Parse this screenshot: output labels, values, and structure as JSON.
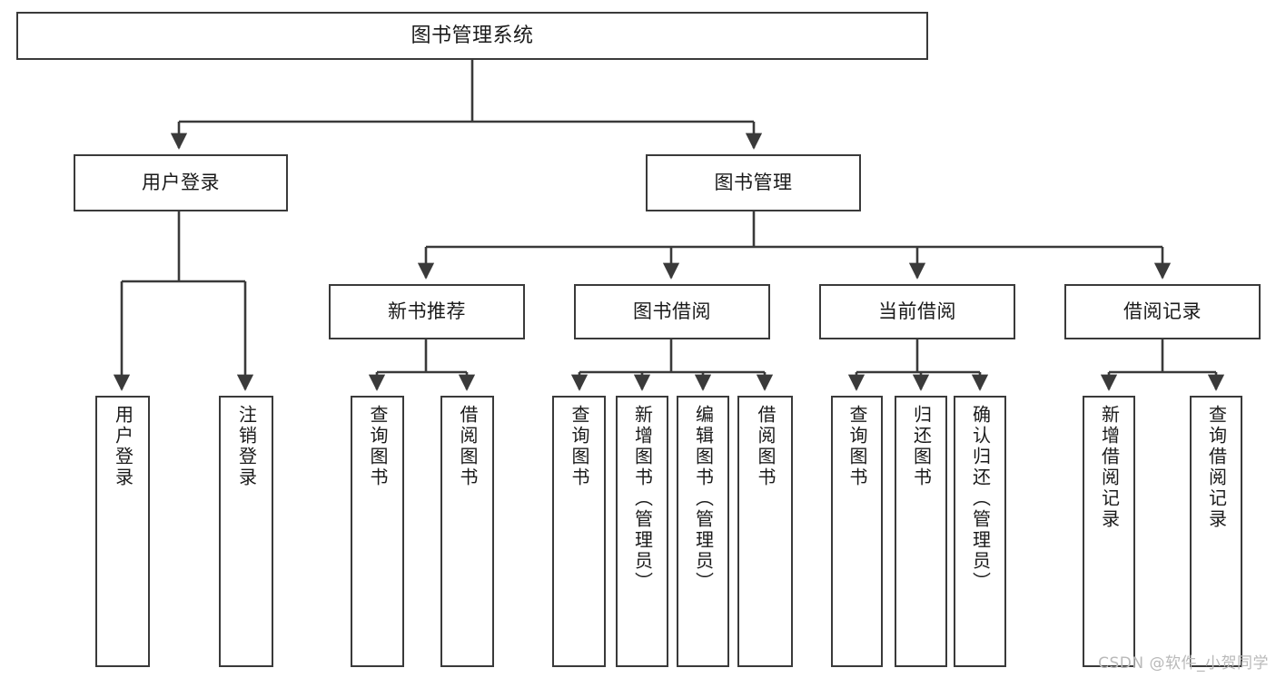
{
  "diagram": {
    "type": "tree-hierarchy-chart",
    "title": "图书管理系统",
    "stroke_color": "#3a3a3a",
    "background_color": "#ffffff",
    "text_color": "#1a1a1a",
    "levels": 4,
    "nodes": {
      "root": {
        "label": "图书管理系统",
        "orientation": "horizontal"
      },
      "l2": [
        {
          "label": "用户登录",
          "orientation": "horizontal"
        },
        {
          "label": "图书管理",
          "orientation": "horizontal"
        }
      ],
      "l3": [
        {
          "label": "新书推荐",
          "orientation": "horizontal"
        },
        {
          "label": "图书借阅",
          "orientation": "horizontal"
        },
        {
          "label": "当前借阅",
          "orientation": "horizontal"
        },
        {
          "label": "借阅记录",
          "orientation": "horizontal"
        }
      ],
      "leaves": [
        {
          "label": "用户登录",
          "orientation": "vertical",
          "parent": "用户登录"
        },
        {
          "label": "注销登录",
          "orientation": "vertical",
          "parent": "用户登录"
        },
        {
          "label": "查询图书",
          "orientation": "vertical",
          "parent": "新书推荐"
        },
        {
          "label": "借阅图书",
          "orientation": "vertical",
          "parent": "新书推荐"
        },
        {
          "label": "查询图书",
          "orientation": "vertical",
          "parent": "图书借阅"
        },
        {
          "label": "新增图书（管理员）",
          "orientation": "vertical",
          "parent": "图书借阅"
        },
        {
          "label": "编辑图书（管理员）",
          "orientation": "vertical",
          "parent": "图书借阅"
        },
        {
          "label": "借阅图书",
          "orientation": "vertical",
          "parent": "图书借阅"
        },
        {
          "label": "查询图书",
          "orientation": "vertical",
          "parent": "当前借阅"
        },
        {
          "label": "归还图书",
          "orientation": "vertical",
          "parent": "当前借阅"
        },
        {
          "label": "确认归还（管理员）",
          "orientation": "vertical",
          "parent": "当前借阅"
        },
        {
          "label": "新增借阅记录",
          "orientation": "vertical",
          "parent": "借阅记录"
        },
        {
          "label": "查询借阅记录",
          "orientation": "vertical",
          "parent": "借阅记录"
        }
      ]
    }
  },
  "watermark": {
    "text": "CSDN @软件_小贺同学"
  }
}
